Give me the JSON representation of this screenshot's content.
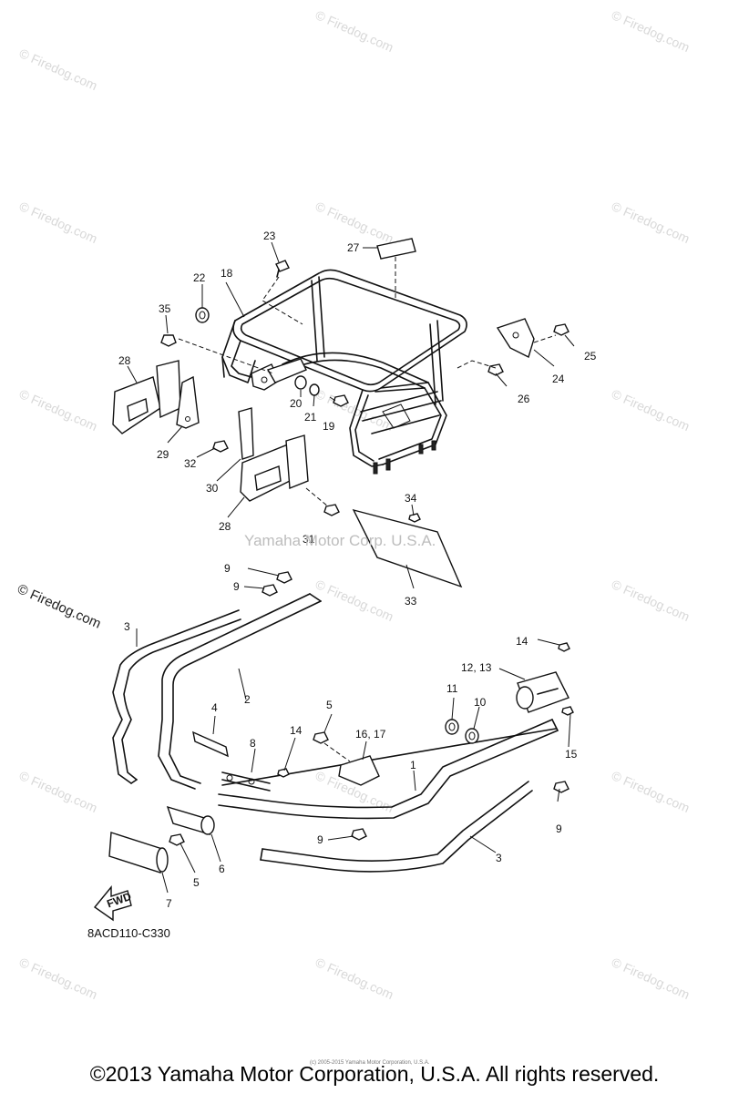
{
  "watermark": {
    "text": "© Firedog.com",
    "side_text": "© Firedog.com",
    "center_text": "Yamaha Motor Corp. U.S.A."
  },
  "diagram_code": "8ACD110-C330",
  "fwd_label": "FWD",
  "small_print": "(c) 2005-2015 Yamaha Motor Corporation, U.S.A.",
  "copyright": "©2013 Yamaha Motor Corporation, U.S.A. All rights reserved.",
  "callouts": [
    "23",
    "27",
    "22",
    "18",
    "35",
    "25",
    "24",
    "28",
    "20",
    "21",
    "19",
    "26",
    "29",
    "32",
    "30",
    "28",
    "34",
    "31",
    "9",
    "9",
    "33",
    "3",
    "2",
    "14",
    "12, 13",
    "11",
    "10",
    "4",
    "5",
    "8",
    "14",
    "16, 17",
    "1",
    "15",
    "9",
    "9",
    "3",
    "5",
    "6",
    "7"
  ]
}
